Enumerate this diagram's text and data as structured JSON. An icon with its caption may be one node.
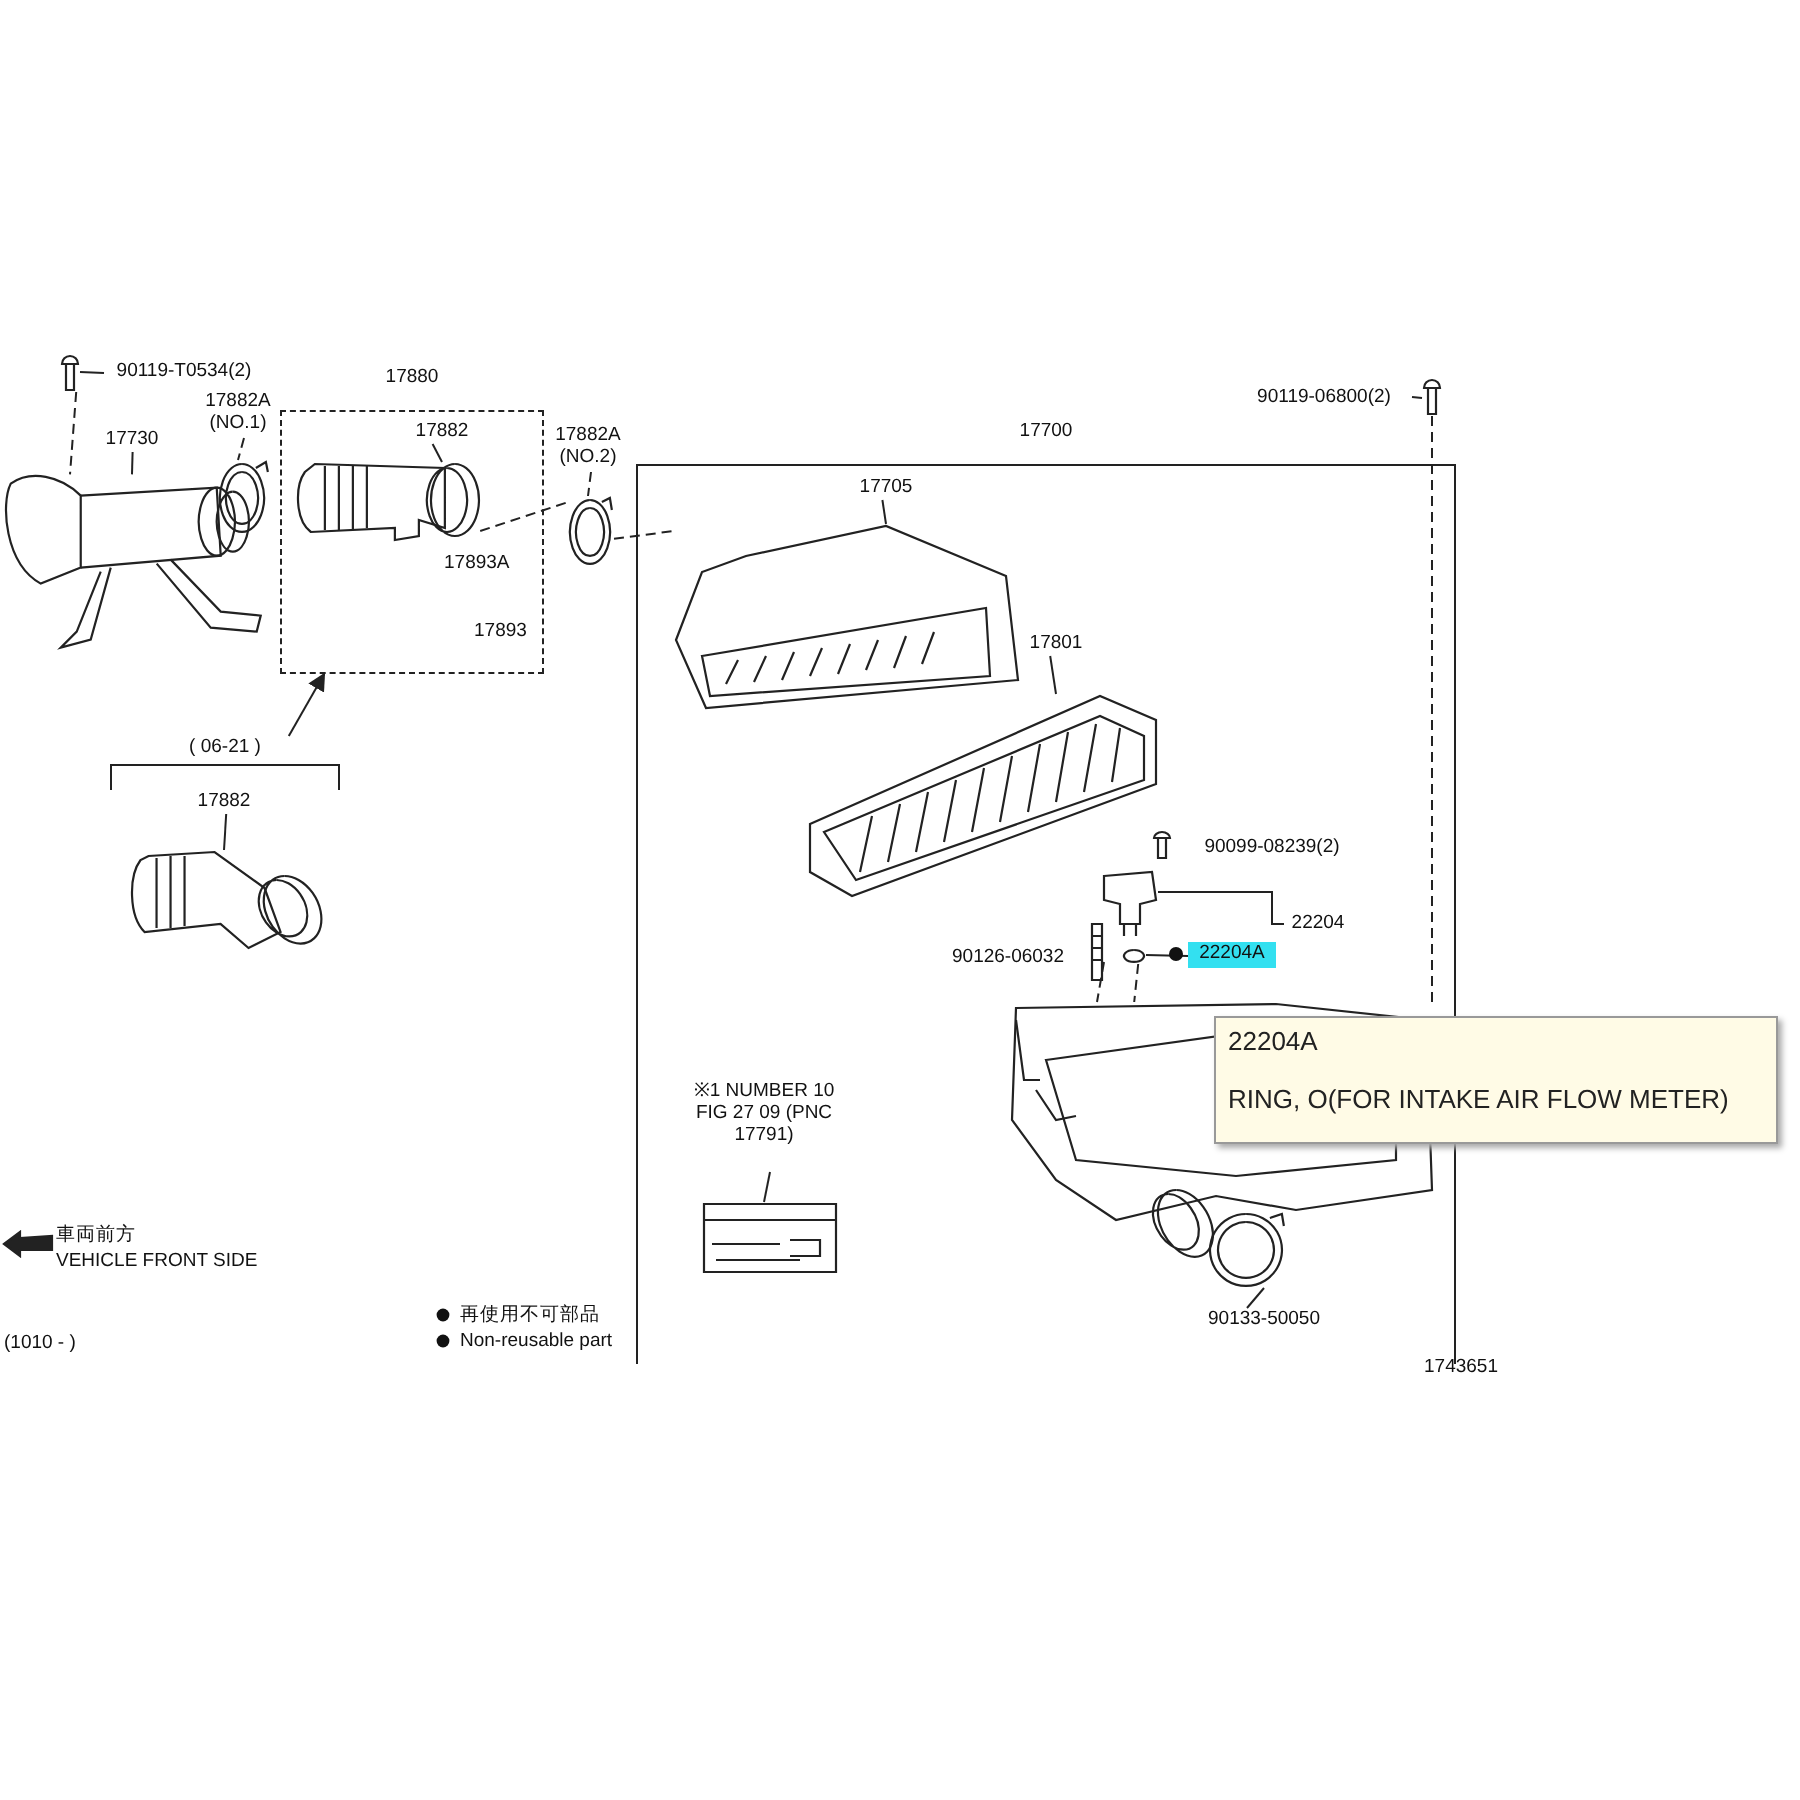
{
  "diagram": {
    "nodes": [
      {
        "text": [
          "90119-T0534(2)"
        ]
      },
      {
        "text": [],
        "shape": "picture"
      },
      {
        "text": [
          "17730"
        ]
      },
      {
        "text": [],
        "shape": "picture"
      },
      {
        "text": [
          "17882A (NO.1)"
        ]
      },
      {
        "text": [],
        "shape": "picture"
      },
      {
        "text": [
          "17880"
        ]
      },
      {
        "text": [
          "17882"
        ],
        "in": 6
      },
      {
        "text": [],
        "shape": "picture",
        "in": 6
      },
      {
        "text": [
          "17882A (NO.2)"
        ]
      },
      {
        "text": [],
        "shape": "picture"
      },
      {
        "text": [
          "( 06-21 )"
        ]
      },
      {
        "text": [
          "17882"
        ],
        "in": 11
      },
      {
        "text": [],
        "shape": "picture",
        "in": 11
      },
      {
        "text": [
          "17700"
        ]
      },
      {
        "text": [
          "90119-06800(2)"
        ]
      },
      {
        "text": [],
        "shape": "picture"
      },
      {
        "text": [
          "17705"
        ],
        "in": 14
      },
      {
        "text": [],
        "shape": "picture",
        "in": 14
      },
      {
        "text": [
          "17801"
        ],
        "in": 14
      },
      {
        "text": [],
        "shape": "picture",
        "in": 14
      },
      {
        "text": [
          "90099-08239(2)"
        ],
        "in": 14
      },
      {
        "text": [],
        "shape": "picture",
        "in": 14
      },
      {
        "text": [
          "22204"
        ],
        "in": 14
      },
      {
        "text": [],
        "shape": "picture",
        "in": 14
      },
      {
        "text": [
          "90126-06032"
        ],
        "in": 14
      },
      {
        "text": [],
        "shape": "picture",
        "in": 14
      },
      {
        "text": [
          "22204A"
        ],
        "in": 14
      },
      {
        "text": [],
        "shape": "picture",
        "in": 14
      },
      {
        "text": [],
        "shape": "picture",
        "in": 14
      },
      {
        "text": [
          "※1 NUMBER 10 FIG 27 09 (PNC 17791)"
        ],
        "in": 14
      },
      {
        "text": [],
        "shape": "picture",
        "in": 14
      },
      {
        "text": [
          "90133-50050"
        ],
        "in": 14
      },
      {
        "text": [],
        "shape": "picture",
        "in": 14
      },
      {
        "text": [
          "22204A",
          "RING, O(FOR INTAKE AIR FLOW METER)"
        ]
      }
    ],
    "edges": [
      {
        "from": 0,
        "to": 1,
        "arrow": "none"
      },
      {
        "from": 2,
        "to": 3,
        "arrow": "none"
      },
      {
        "from": 4,
        "to": 5,
        "arrow": "none",
        "style": "dashed"
      },
      {
        "from": 7,
        "to": 8,
        "arrow": "none"
      },
      {
        "from": 9,
        "to": 10,
        "arrow": "none",
        "style": "dashed"
      },
      {
        "from": 12,
        "to": 13,
        "arrow": "none"
      },
      {
        "from": 15,
        "to": 16,
        "arrow": "none"
      },
      {
        "from": 17,
        "to": 18,
        "arrow": "none"
      },
      {
        "from": 19,
        "to": 20,
        "arrow": "none"
      },
      {
        "from": 23,
        "to": 24,
        "arrow": "none"
      },
      {
        "from": 27,
        "to": 28,
        "arrow": "none"
      },
      {
        "from": 30,
        "to": 31,
        "arrow": "none"
      },
      {
        "from": 32,
        "to": 33,
        "arrow": "none"
      },
      {
        "from": 1,
        "to": 3,
        "arrow": "none",
        "style": "dashed"
      },
      {
        "from": 8,
        "to": 10,
        "arrow": "none",
        "style": "dashed"
      },
      {
        "from": 10,
        "to": 18,
        "arrow": "none",
        "style": "dashed"
      },
      {
        "from": 16,
        "to": 29,
        "arrow": "none",
        "style": "dashed"
      },
      {
        "from": 26,
        "to": 29,
        "arrow": "none",
        "style": "dashed"
      },
      {
        "from": 28,
        "to": 29,
        "arrow": "none",
        "style": "dashed"
      },
      {
        "from": 11,
        "to": 6,
        "arrow": "to"
      }
    ],
    "labels": [
      "17893A",
      "17893",
      "車両前方",
      "VEHICLE FRONT SIDE",
      "(1010 - )",
      "1743651"
    ],
    "legend": [
      {
        "text": "再使用不可部品"
      },
      {
        "text": "Non-reusable part"
      }
    ]
  }
}
